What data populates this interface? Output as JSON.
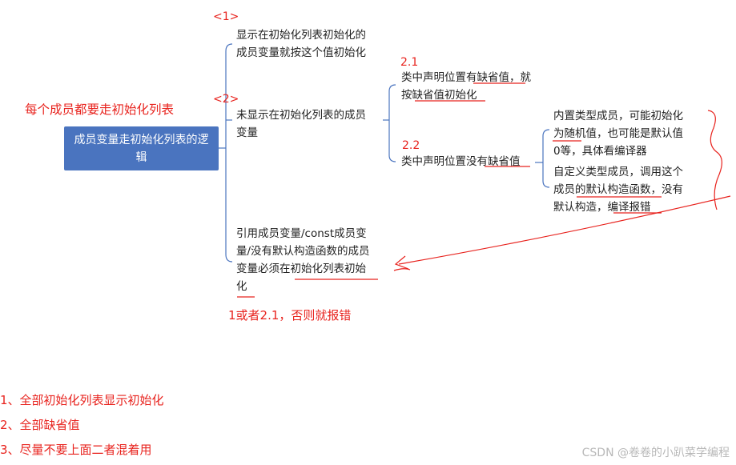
{
  "root": {
    "label": "成员变量走初始化列表的逻\n辑"
  },
  "annotations": {
    "every_member": "每个成员都要走初始化列表",
    "tag1": "<1>",
    "tag2": "<2>",
    "tag21": "2.1",
    "tag22": "2.2",
    "conclusion": "1或者2.1，否则就报错"
  },
  "branches": {
    "b1": "显示在初始化列表初始化的\n成员变量就按这个值初始化",
    "b2": "未显示在初始化列表的成员\n变量",
    "b3": "引用成员变量/const成员变\n量/没有默认构造函数的成员\n变量必须在初始化列表初始\n化"
  },
  "sub": {
    "s21": "类中声明位置有缺省值，就\n按缺省值初始化",
    "s22": "类中声明位置没有缺省值"
  },
  "leaves": {
    "l1": "内置类型成员，可能初始化\n为随机值，也可能是默认值\n0等，具体看编译器",
    "l2": "自定义类型成员，调用这个\n成员的默认构造函数，没有\n默认构造，编译报错"
  },
  "notes": [
    "1、全部初始化列表显示初始化",
    "2、全部缺省值",
    "3、尽量不要上面二者混着用"
  ],
  "watermark": "CSDN @卷卷的小趴菜学编程"
}
